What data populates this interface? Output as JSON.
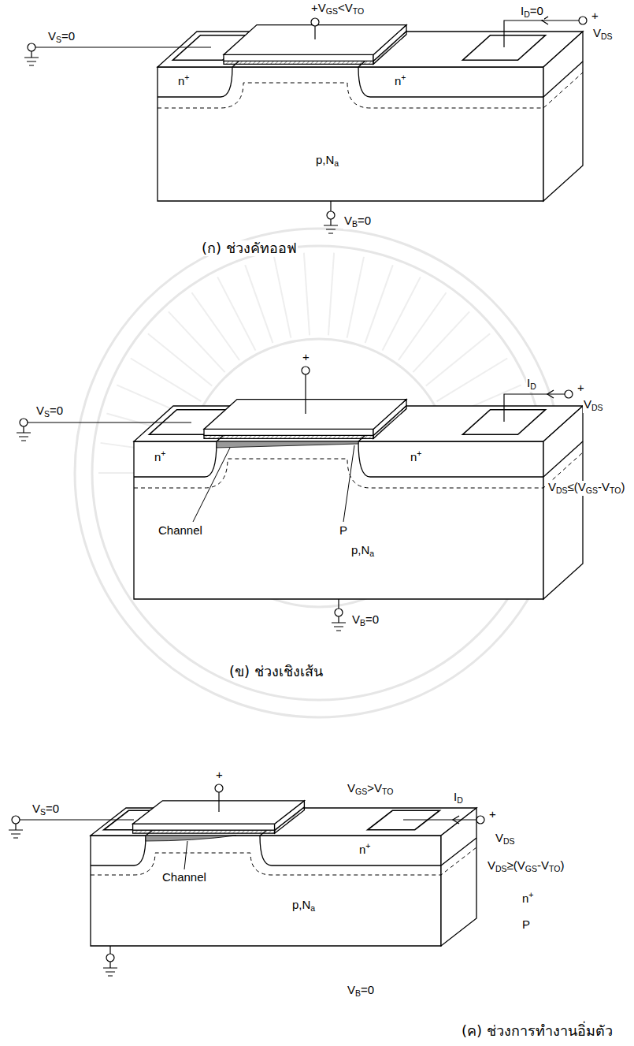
{
  "diagram": {
    "labels": [
      "+VGS<VTO",
      "VS=0",
      "ID=0",
      "+",
      "VDS",
      "n+",
      "n+",
      "p,Na",
      "VB=0",
      "(ก) ช่วงคัทออฟ",
      "+",
      "VS=0",
      "ID",
      "+",
      "VDS",
      "VDS≤(VGS-VTO)",
      "n+",
      "n+",
      "Channel",
      "P",
      "p,Na",
      "VB=0",
      "(ข) ช่วงเชิงเส้น",
      "VGS>VTO",
      "+",
      "VS=0",
      "ID",
      "+",
      "VDS",
      "VDS≥(VGS-VTO)",
      "n+",
      "Channel",
      "n+",
      "P",
      "p,Na",
      "VB=0",
      "(ค) ช่วงการทำงานอิ่มตัว"
    ]
  }
}
